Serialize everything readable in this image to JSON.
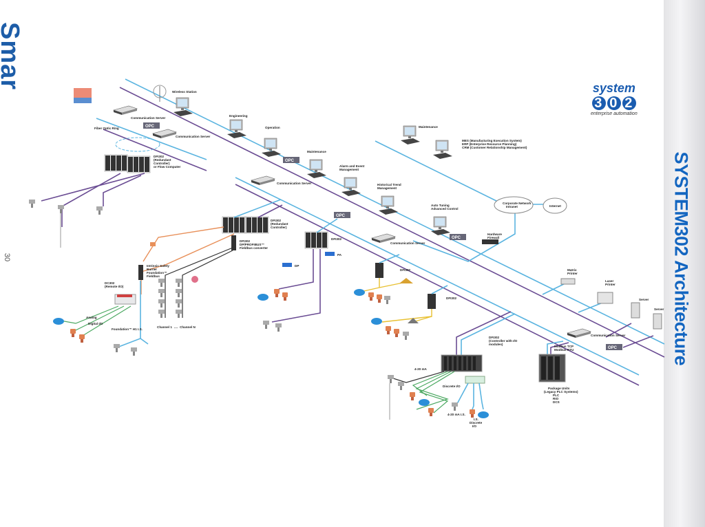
{
  "page": {
    "brand": "Smar",
    "page_number": "30",
    "title": "SYSTEM302 Architecture"
  },
  "logo": {
    "word": "system",
    "digits": [
      "3",
      "0",
      "2"
    ],
    "tagline": "enterprise automation"
  },
  "labels": {
    "wireless": "Wireless Station",
    "comm_server": "Communication Server",
    "fiber_ring": "Fiber Optic Ring",
    "dfi_redundant_flow": [
      "DFI302",
      "(Redundant",
      "Controller)",
      "or Flow Computer"
    ],
    "engineering": "Engineering",
    "operation": "Operation",
    "maintenance": "Maintenance",
    "alarm": [
      "Alarm and Event",
      "Management"
    ],
    "historical": [
      "Historical Trend",
      "Management"
    ],
    "autotuning": [
      "Auto Tuning",
      "Advanced Control"
    ],
    "enterprise": [
      "MES (Manufacturing Execution System)",
      "ERP (Enterprise Resource Planning)",
      "CRM (Customer Relationship Management)"
    ],
    "intranet": [
      "Corporate Network",
      "Intranet"
    ],
    "internet": "Internet",
    "firewall": [
      "Hardware",
      "Firewall"
    ],
    "matrix_printer": [
      "Matrix",
      "Printer"
    ],
    "laser_printer": [
      "Laser",
      "Printer"
    ],
    "server": "Server",
    "modbus": [
      "Modbus TCP",
      "Modbus RTU"
    ],
    "package_units": [
      "Package Units",
      "(Legacy PLC Systems)",
      "PLC",
      "RIO",
      "DCS"
    ],
    "dfi_redundant": [
      "DFI302",
      "(Redundant",
      "Controller)"
    ],
    "dfi_converter": [
      "DFI302",
      "DP/PROFIBUS™",
      "Fieldbus converter"
    ],
    "is_barrier": [
      "Intrinsic Safety",
      "Barrier",
      "Foundation™",
      "Fieldbus"
    ],
    "dc302": [
      "DC302",
      "(Remote I/O)"
    ],
    "ff_h1_is": "Foundation™ H1 I.S.",
    "channels": [
      "Channel 1",
      "....",
      "Channel N"
    ],
    "dfi302": "DFI302",
    "dp": "DP",
    "pa": "PA",
    "dfi_io": [
      "DFI302",
      "(Controller with I/O",
      "modules)"
    ],
    "ma": "4-20 mA",
    "discrete_io": "Discrete I/O",
    "ma_is": "4-20 mA I.S.",
    "is_discrete": [
      "I.S.",
      "Discrete",
      "I/O"
    ],
    "opc": "OPC",
    "analog": "Analog",
    "digital": "Digital I/O"
  },
  "colors": {
    "ethernet": "#5ab4e0",
    "redundant": "#6a4c93",
    "profibus": "#e8905a",
    "fieldbus": "#333333",
    "brand": "#1466c0"
  }
}
